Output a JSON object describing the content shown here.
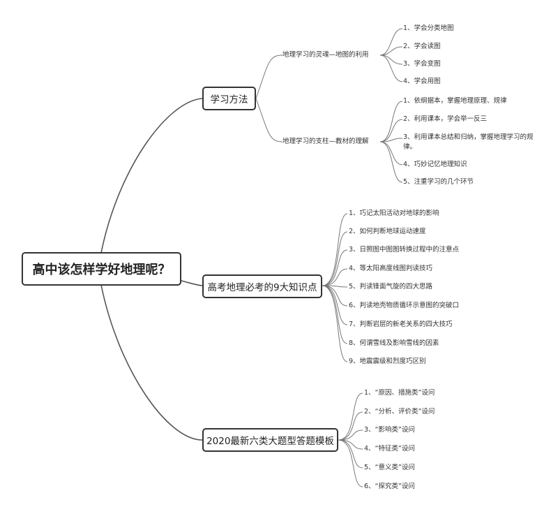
{
  "root": {
    "title": "高中该怎样学好地理呢？"
  },
  "branches": [
    {
      "title": "学习方法",
      "children": [
        {
          "title": "地理学习的灵魂—地图的利用",
          "items": [
            "1、学会分类地图",
            "2、学会读图",
            "3、学会变图",
            "4、学会用图"
          ]
        },
        {
          "title": "地理学习的支柱—教材的理解",
          "items": [
            "1、依纲据本，掌握地理原理、规律",
            "2、利用课本，学会举一反三",
            "3、利用课本总结和归纳，掌握地理学习的规律。",
            "4、巧妙记忆地理知识",
            "5、注重学习的几个环节"
          ]
        }
      ]
    },
    {
      "title": "高考地理必考的9大知识点",
      "items": [
        "1、巧记太阳活动对地球的影响",
        "2、如何判断地球运动速度",
        "3、日照图中图图转换过程中的注意点",
        "4、等太阳高度线图判读技巧",
        "5、判读锋面气旋的四大思路",
        "6、判读地壳物质循环示意图的突破口",
        "7、判断岩层的新老关系的四大技巧",
        "8、何谓雪线及影响雪线的因素",
        "9、地震震级和烈度巧区别"
      ]
    },
    {
      "title": "2020最新六类大题型答题模板",
      "items": [
        "1、“原因、措施类”设问",
        "2、“分析、评价类”设问",
        "3、“影响类”设问",
        "4、“特征类”设问",
        "5、“意义类”设问",
        "6、“探究类”设问"
      ]
    }
  ],
  "colors": {
    "line": "#555555",
    "border": "#333333",
    "text": "#333333"
  }
}
